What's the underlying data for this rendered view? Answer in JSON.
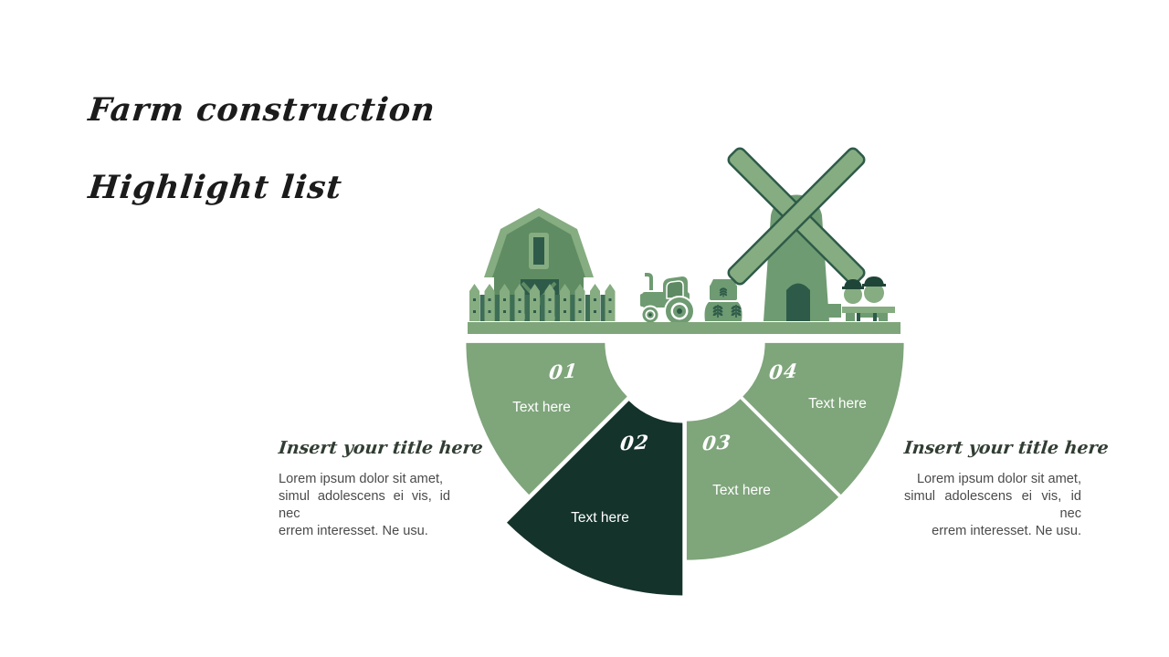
{
  "slide": {
    "title_line1": "Farm construction",
    "title_line2": "Highlight list"
  },
  "diagram": {
    "segments": [
      {
        "number": "01",
        "label": "Text here",
        "color": "#7FA57B"
      },
      {
        "number": "02",
        "label": "Text here",
        "color": "#14332B"
      },
      {
        "number": "03",
        "label": "Text here",
        "color": "#7FA57B"
      },
      {
        "number": "04",
        "label": "Text here",
        "color": "#7FA57B"
      }
    ]
  },
  "left_block": {
    "title": "Insert your title here",
    "body": "Lorem ipsum dolor sit amet,\nsimul adolescens ei vis, id nec\nerrem interesset. Ne usu."
  },
  "right_block": {
    "title": "Insert your title here",
    "body": "Lorem ipsum dolor sit amet,\nsimul adolescens ei vis, id nec\nerrem interesset. Ne usu."
  },
  "illustration": {
    "items": [
      "barn-icon",
      "picket-fence-icon",
      "tractor-icon",
      "grain-sack-icon",
      "windmill-icon",
      "chickens-on-bench-icon",
      "ground-bar"
    ]
  },
  "colors": {
    "ground": "#7FA57B",
    "green-light": "#86AC81",
    "green-mid": "#6F9B72",
    "green-barn": "#5F8C62",
    "green-dark": "#2E5B49",
    "green-darkest": "#1E4537",
    "title-text": "#1B1B1B",
    "side-title-text": "#313D33",
    "body-text": "#4A4A4A",
    "wedge-label": "#FFFFFF"
  }
}
